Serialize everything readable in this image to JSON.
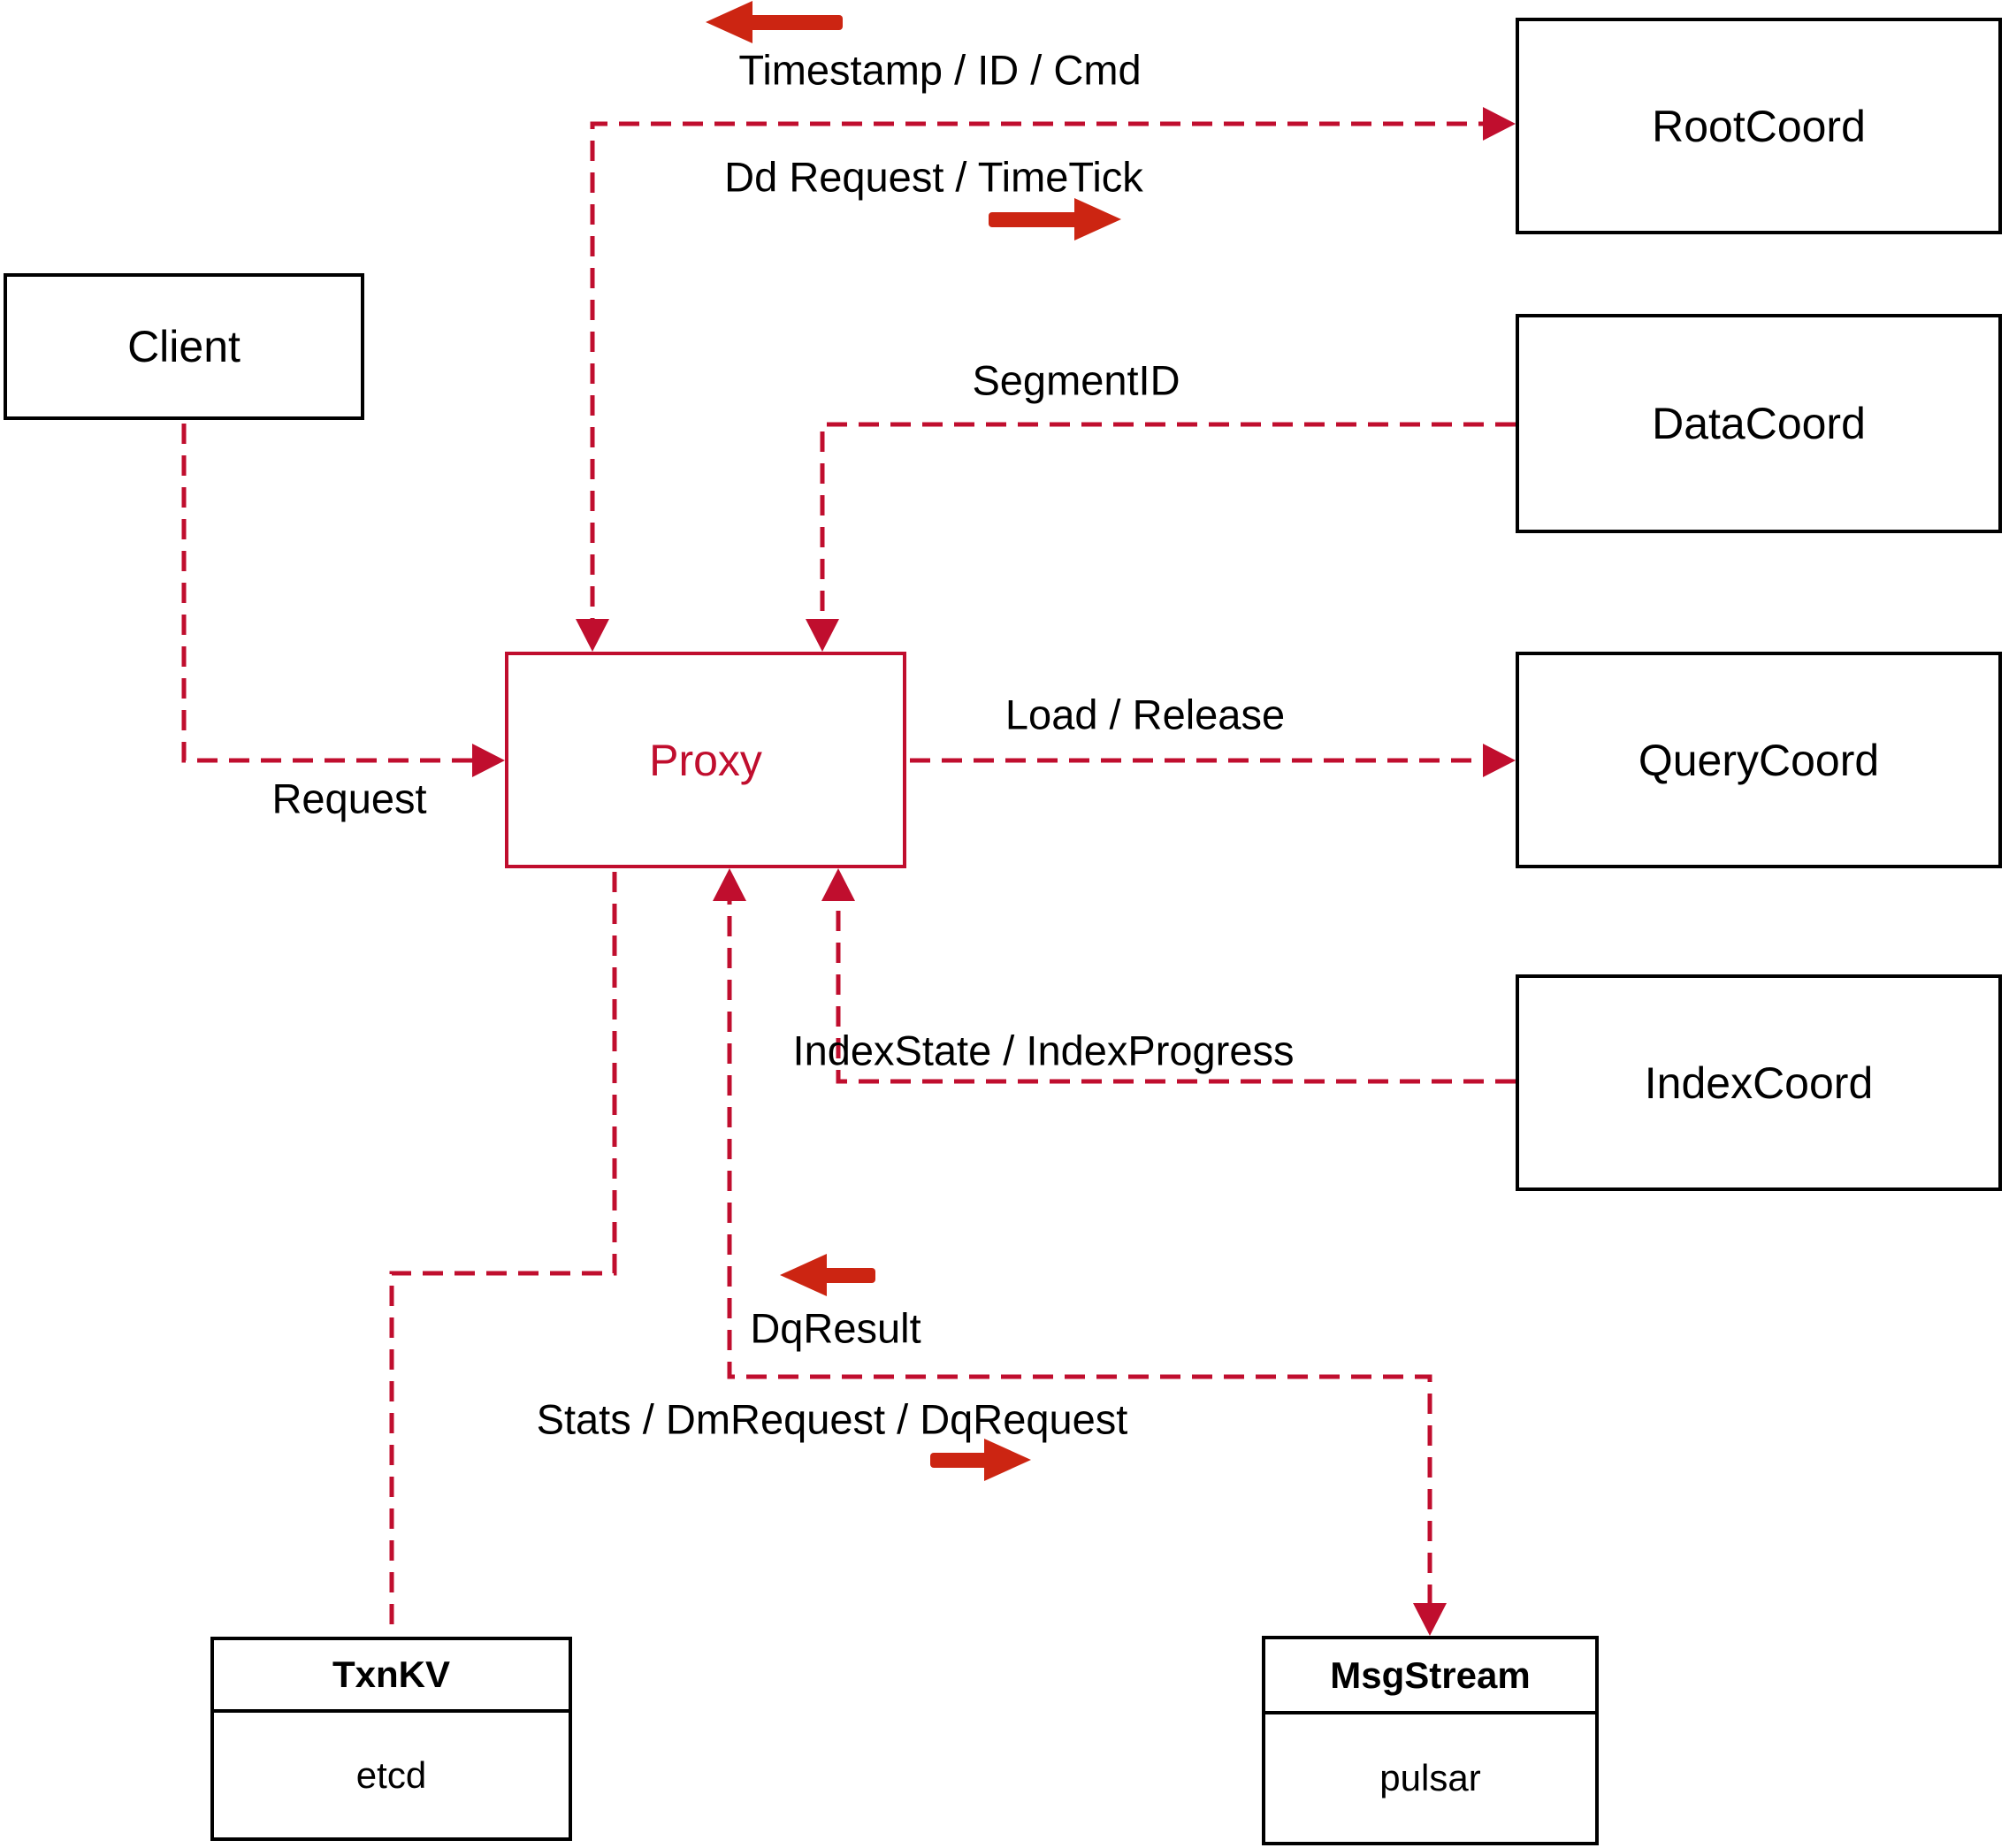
{
  "nodes": {
    "client": {
      "label": "Client"
    },
    "rootcoord": {
      "label": "RootCoord"
    },
    "datacoord": {
      "label": "DataCoord"
    },
    "querycoord": {
      "label": "QueryCoord"
    },
    "indexcoord": {
      "label": "IndexCoord"
    },
    "proxy": {
      "label": "Proxy"
    },
    "txnkv": {
      "title": "TxnKV",
      "impl": "etcd"
    },
    "msgstream": {
      "title": "MsgStream",
      "impl": "pulsar"
    }
  },
  "edge_labels": {
    "request": "Request",
    "timestamp_id_cmd": "Timestamp / ID / Cmd",
    "dd_request_timetick": "Dd Request / TimeTick",
    "segment_id": "SegmentID",
    "load_release": "Load / Release",
    "index_state_progress": "IndexState / IndexProgress",
    "dq_result": "DqResult",
    "stats_dm_dq": "Stats / DmRequest / DqRequest"
  },
  "icons": {
    "top_response_arrow": "arrow-left-icon",
    "top_request_arrow": "arrow-right-icon",
    "msg_response_arrow": "arrow-left-icon",
    "msg_request_arrow": "arrow-right-icon"
  },
  "colors": {
    "wire_dashed": "#c00e2e",
    "solid_arrow": "#cc2512",
    "node_border": "#000000",
    "proxy_accent": "#c00e2e",
    "background": "#ffffff"
  }
}
